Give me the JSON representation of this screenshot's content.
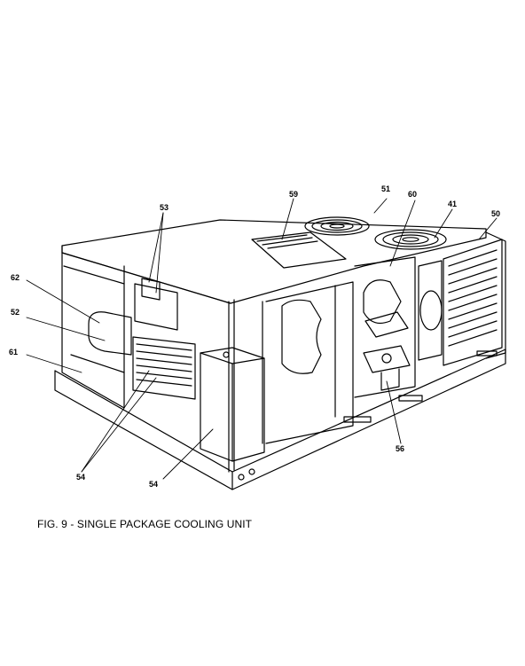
{
  "caption": "FIG. 9 - SINGLE PACKAGE COOLING UNIT",
  "callouts": {
    "c59": "59",
    "c51": "51",
    "c60": "60",
    "c41": "41",
    "c50": "50",
    "c53": "53",
    "c62": "62",
    "c52": "52",
    "c61": "61",
    "c54a": "54",
    "c54b": "54",
    "c56": "56"
  },
  "colors": {
    "line": "#000000",
    "background": "#ffffff"
  }
}
